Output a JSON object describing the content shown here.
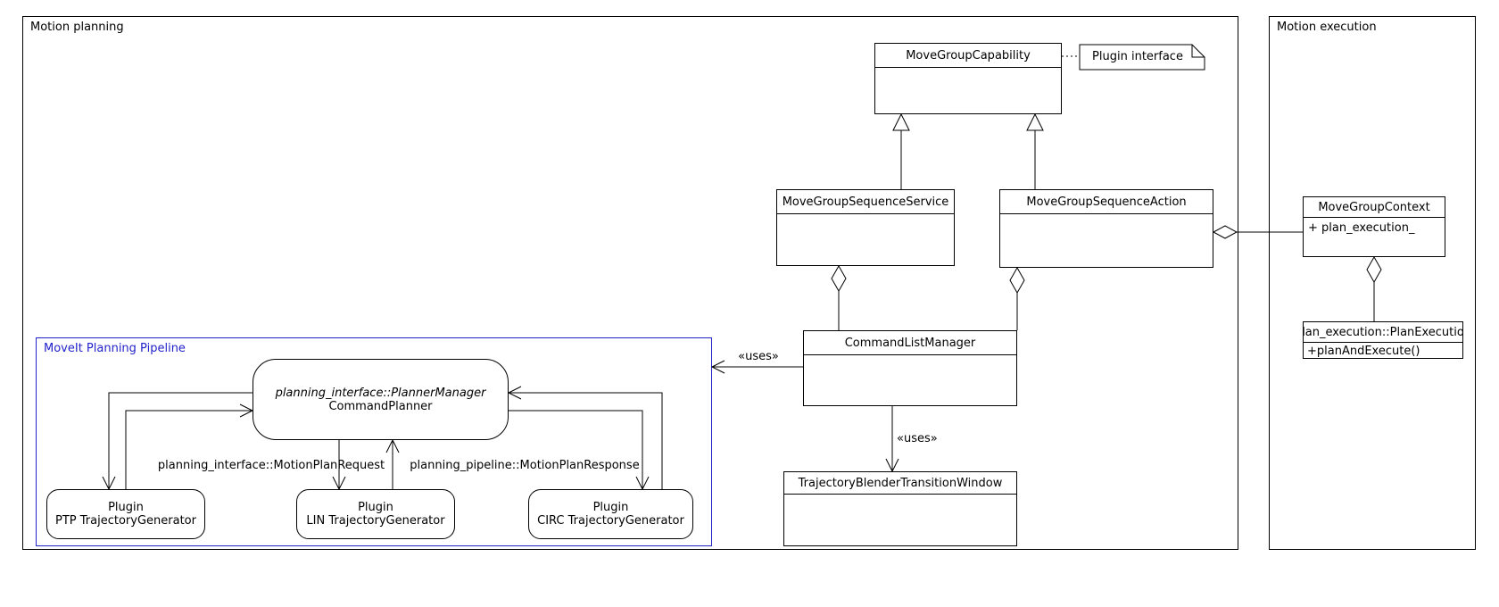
{
  "diagram": {
    "frames": {
      "motion_planning": "Motion planning",
      "motion_execution": "Motion execution"
    },
    "note": "Plugin interface",
    "classes": {
      "capability": {
        "title": "MoveGroupCapability"
      },
      "sequence_service": {
        "title": "MoveGroupSequenceService"
      },
      "sequence_action": {
        "title": "MoveGroupSequenceAction"
      },
      "command_list_manager": {
        "title": "CommandListManager"
      },
      "trajectory_blender": {
        "title": "TrajectoryBlenderTransitionWindow"
      },
      "context": {
        "title": "MoveGroupContext",
        "attribute": "+ plan_execution_"
      },
      "plan_execution": {
        "title": "plan_execution::PlanExecution",
        "operation": "+planAndExecute()"
      }
    },
    "pipeline": {
      "label": "MoveIt Planning Pipeline",
      "accent_color": "#2222cc",
      "planner_manager": {
        "interface": "planning_interface::PlannerManager",
        "name": "CommandPlanner"
      },
      "plugins": [
        {
          "kind": "Plugin",
          "name": "PTP TrajectoryGenerator"
        },
        {
          "kind": "Plugin",
          "name": "LIN TrajectoryGenerator"
        },
        {
          "kind": "Plugin",
          "name": "CIRC TrajectoryGenerator"
        }
      ],
      "request_label": "planning_interface::MotionPlanRequest",
      "response_label": "planning_pipeline::MotionPlanResponse"
    },
    "relations": {
      "uses_pipeline": "«uses»",
      "uses_blender": "«uses»"
    }
  }
}
